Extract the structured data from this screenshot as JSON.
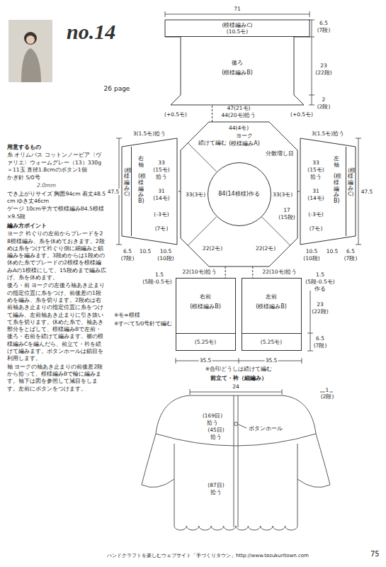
{
  "diagram": {
    "title": "no.14",
    "nodes": [
      {
        "text": [
          "後ろ",
          "(模様編みB)"
        ]
      },
      {
        "text": [
          "(模様編みC)",
          "(10.5モ)"
        ],
        "in": 0
      },
      {
        "text": [
          "ヨーク",
          "(模様編みA)"
        ]
      },
      {
        "text": [
          "84(14模様)作る"
        ],
        "in": 2
      },
      {
        "text": [
          "右袖",
          "(模様編みB)"
        ]
      },
      {
        "text": [
          "(模様編みC)"
        ],
        "in": 4
      },
      {
        "text": [
          "左袖",
          "(模様編みB)"
        ]
      },
      {
        "text": [
          "(模様編みC)"
        ],
        "in": 6
      },
      {
        "text": [
          "右前",
          "(模様編みB)"
        ]
      },
      {
        "text": [
          "(5.25モ)"
        ],
        "in": 8
      },
      {
        "text": [
          "左前",
          "(模様編みB)"
        ]
      },
      {
        "text": [
          "(5.25モ)"
        ],
        "in": 10
      }
    ],
    "edges": [
      {
        "from": 2,
        "to": 0,
        "arrow": "none"
      },
      {
        "from": 2,
        "to": 4,
        "arrow": "none"
      },
      {
        "from": 2,
        "to": 6,
        "arrow": "none"
      },
      {
        "from": 2,
        "to": 8,
        "arrow": "none"
      },
      {
        "from": 2,
        "to": 10,
        "arrow": "none"
      }
    ],
    "labels": [
      "26 page",
      "用意するもの",
      "糸 オリムパス コットンノービア〈ヴァリエ〉ウォームグレー（13）330g＝11玉 直径1.8cmのボタン1個",
      "かぎ針 5/0号",
      "2.0mm",
      "でき上がりサイズ 胸囲94cm 着丈48.5cm ゆき丈46cm",
      "ゲージ 10cm平方で模様編みB4.5模様×9.5段",
      "編み方ポイント",
      "ヨーク 衿ぐりの左前からブレードを28模様編み、糸を休めておきます。2段めは糸をつけて衿ぐり側に細編みと鎖編みを編みます。3段めからは1段めの休めた糸でブレードの2模様を模様編みAの1模様にして、15段めまで編み広げ、糸を休めます。",
      "後ろ・前 ヨークの左後ろ袖あき止まりの指定位置に糸をつけ、前後差の1段めを編み、糸を切ります。2段めは右前袖あき止まりの指定位置に糸をつけて編み、左前袖あき止まりに引き抜いて糸を切ります。休めた糸で、袖あき部分をとばして、模様編みBで左前・後ろ・右前を続けて編みます。裾の模様編みCを編んだら、前立て・衿を続けて編みます。ボタンホールは鎖目を利用します。",
      "袖 ヨークの袖あき止まりの前後差2段から拾って、模様編みBで輪に編みます。袖下は図を参照して減目をします。左前にボタンをつけます。",
      "ハンドクラフトを楽しむウェブサイト「手づくりタウン」http://www.tezukuritown.com",
      "75",
      "71",
      "6.5",
      "(7段)",
      "23",
      "(22段)",
      "2",
      "(2段)",
      "(+0.5モ)",
      "47(21モ)",
      "44(20モ)拾う",
      "(+0.5モ)",
      "44(4モ)",
      "続けて編む",
      "分散増し目",
      "33(3モ)",
      "33(3モ)",
      "22(2モ)",
      "22(2モ)",
      "17",
      "(15段)",
      "3(1.5モ)拾う",
      "47.5",
      "33",
      "(15モ)",
      "拾う",
      "31",
      "(14モ)",
      "(-3モ)",
      "(7モ)",
      "6.5",
      "(7段)",
      "10.5",
      "10.5",
      "(10段)",
      "3(1.5モ)拾う",
      "47.5",
      "33",
      "(15モ)",
      "拾う",
      "31",
      "(14モ)",
      "(-3モ)",
      "(7モ)",
      "10.5",
      "(10段)",
      "10.5",
      "6.5",
      "(7段)",
      "1.5",
      "(5段-0.5モ)",
      "22(10モ)拾う",
      "22(10モ)拾う",
      "1.5",
      "(5段-0.5モ)",
      "作る",
      "23",
      "(22段)",
      "6.5",
      "(7段)",
      "※モ=模様",
      "※すべて5/0号針で編む",
      "35.5",
      "35.5",
      "※合印どうしは続けて編む",
      "前立て・衿（細編み）",
      "24",
      "1",
      "(2段)",
      "(169目)",
      "拾う",
      "(45目)",
      "拾う",
      "ボタンホール",
      "(87目)",
      "拾う"
    ]
  }
}
